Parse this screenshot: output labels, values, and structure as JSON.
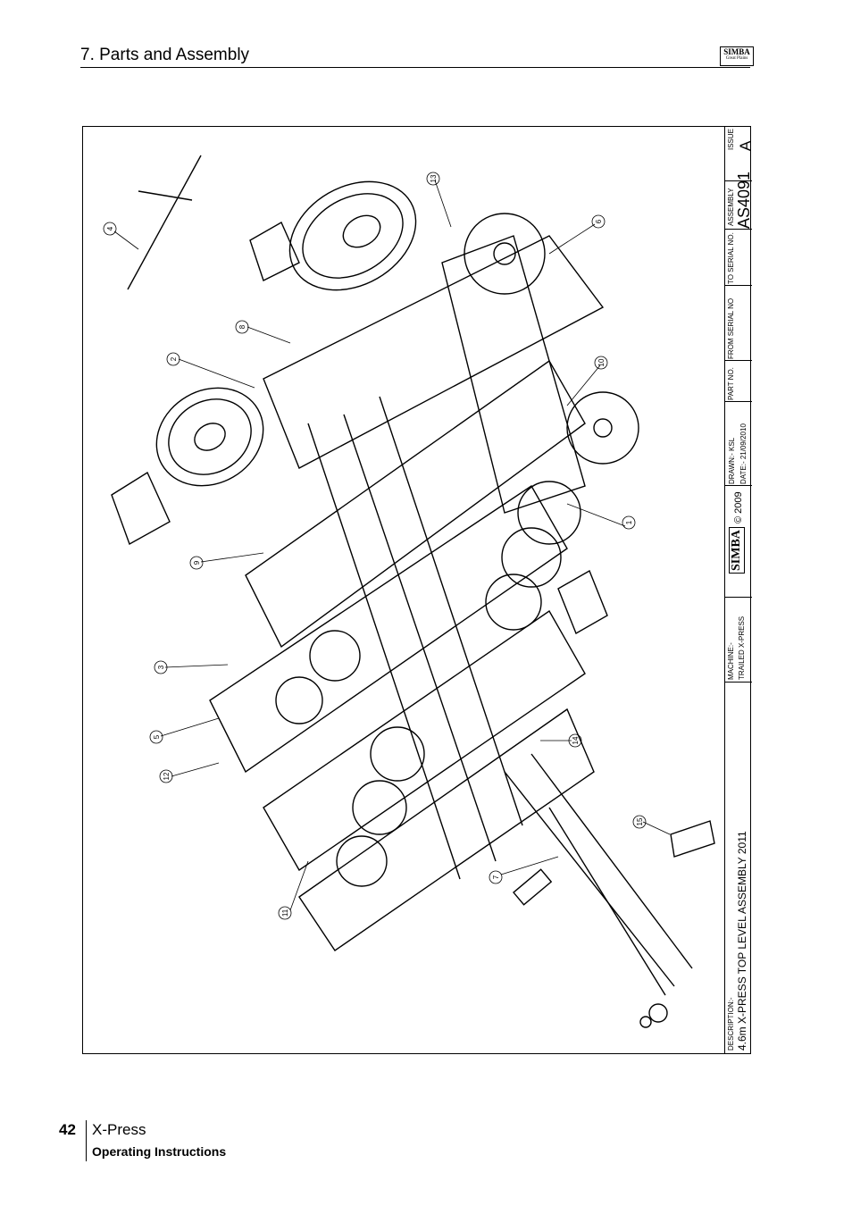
{
  "header": {
    "section_title": "7. Parts and Assembly",
    "logo_text": "SIMBA",
    "logo_sub": "Great Plains"
  },
  "title_block": {
    "description_label": "DESCRIPTION:-",
    "description": "4.6m X-PRESS TOP LEVEL ASSEMBLY 2011",
    "machine_label": "MACHINE:-",
    "machine": "TRAILED X-PRESS",
    "logo": "SIMBA",
    "copyright": "© 2009",
    "drawn": "DRAWN:-  KSL",
    "date": "DATE:-  21/09/2010",
    "part_no_label": "PART NO.",
    "from_serial_label": "FROM SERIAL NO",
    "to_serial_label": "TO SERIAL NO.",
    "assembly_label": "ASSEMBLY",
    "assembly": "AS4091",
    "issue_label": "ISSUE",
    "issue": "A"
  },
  "callouts": [
    "1",
    "2",
    "3",
    "4",
    "5",
    "6",
    "7",
    "8",
    "9",
    "10",
    "11",
    "12",
    "13",
    "14",
    "15"
  ],
  "footer": {
    "page_number": "42",
    "product": "X-Press",
    "subtitle": "Operating Instructions"
  }
}
